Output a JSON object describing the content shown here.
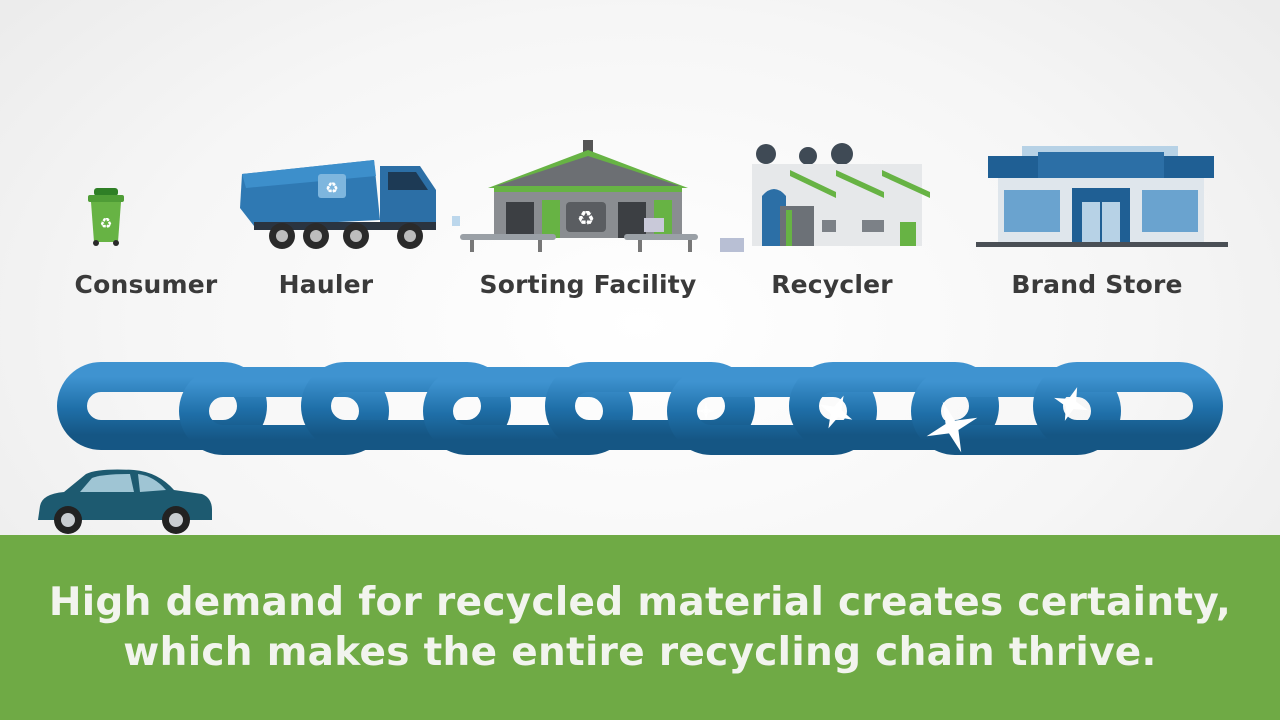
{
  "stages": [
    {
      "label": "Consumer",
      "icon": "green-recycling-bin-icon"
    },
    {
      "label": "Hauler",
      "icon": "garbage-truck-icon"
    },
    {
      "label": "Sorting Facility",
      "icon": "warehouse-icon"
    },
    {
      "label": "Recycler",
      "icon": "factory-icon"
    },
    {
      "label": "Brand Store",
      "icon": "storefront-icon"
    }
  ],
  "caption": {
    "line1": "High demand for recycled material creates certainty,",
    "line2": "which makes the entire recycling chain thrive."
  },
  "colors": {
    "banner": "#6faa45",
    "chain": "#1f6fa8",
    "brand_green": "#67b344",
    "car": "#1d5a70",
    "label_text": "#3a3a3a"
  }
}
